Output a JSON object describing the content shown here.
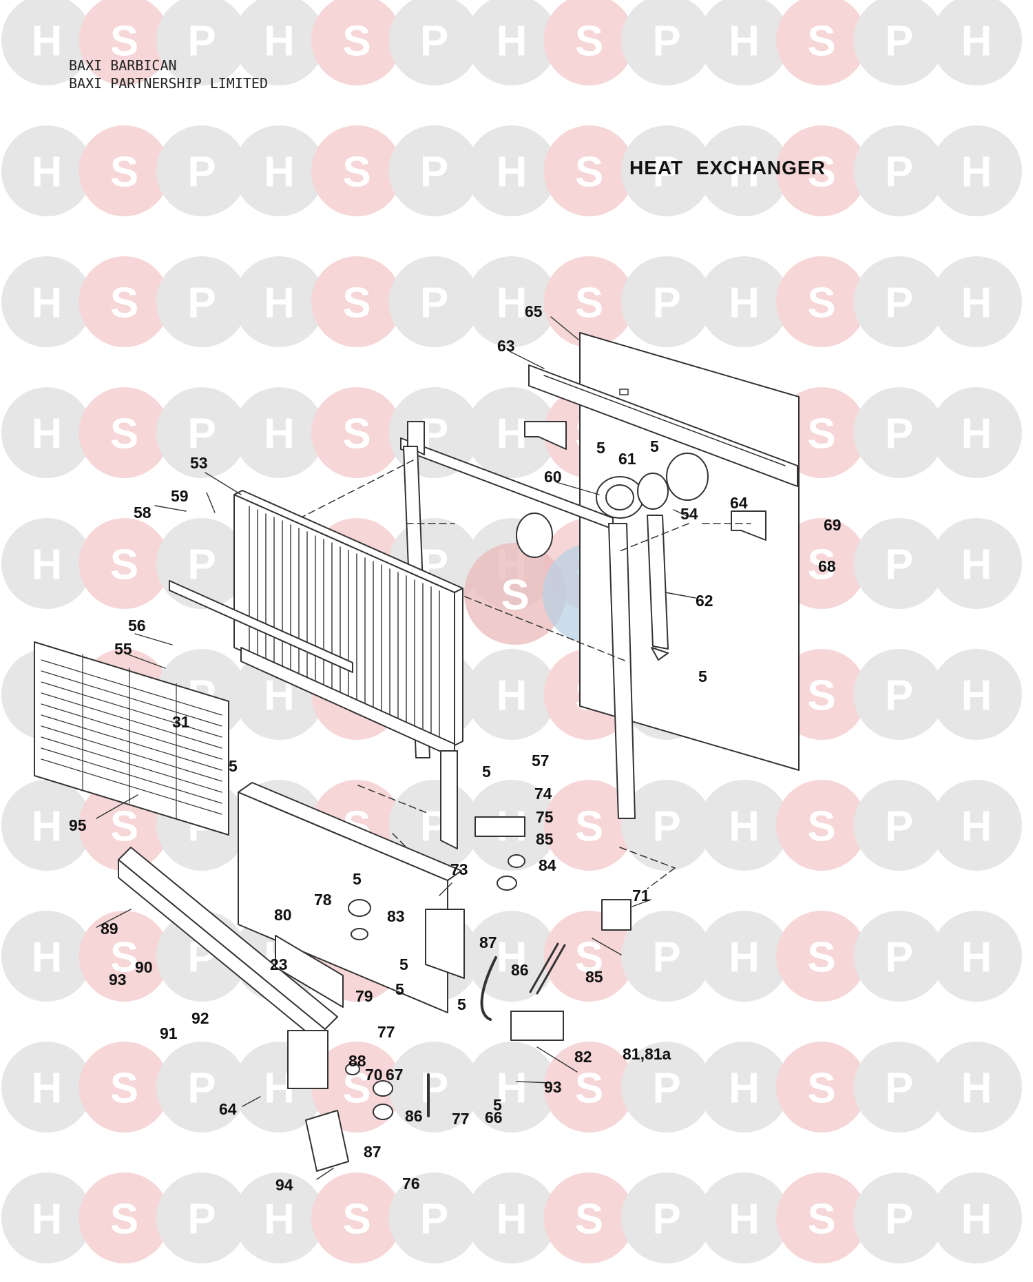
{
  "header": {
    "line1": "BAXI BARBICAN",
    "line2": "BAXI PARTNERSHIP LIMITED"
  },
  "title": "HEAT EXCHANGER",
  "watermark": {
    "letters": [
      "H",
      "S",
      "P"
    ],
    "colors": {
      "H": "#e6e6e6",
      "S": "#f6d6d6",
      "P": "#e6e6e6"
    },
    "center_colors": {
      "S": "#e9b9b9",
      "P": "#b9d0e3"
    }
  },
  "callouts": [
    "65",
    "63",
    "5",
    "61",
    "5",
    "60",
    "53",
    "59",
    "58",
    "54",
    "69",
    "64",
    "68",
    "62",
    "56",
    "55",
    "5",
    "31",
    "5",
    "57",
    "5",
    "74",
    "75",
    "85",
    "95",
    "73",
    "84",
    "5",
    "78",
    "83",
    "80",
    "71",
    "89",
    "5",
    "87",
    "86",
    "85",
    "23",
    "5",
    "90",
    "93",
    "79",
    "5",
    "92",
    "91",
    "77",
    "82",
    "81,81a",
    "88",
    "70",
    "67",
    "93",
    "64",
    "5",
    "86",
    "77",
    "66",
    "87",
    "94",
    "76"
  ],
  "colors": {
    "line": "#333333",
    "ink": "#111111"
  }
}
